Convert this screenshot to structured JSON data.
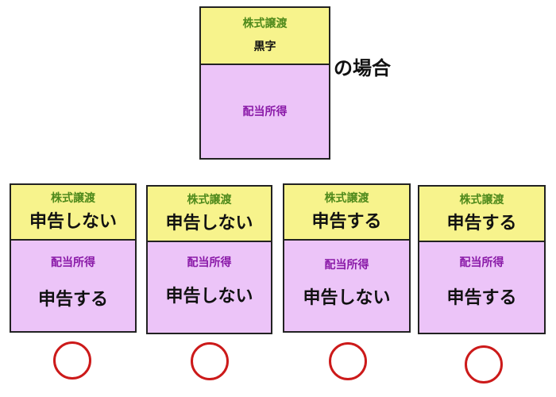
{
  "main_case": {
    "stock_label": "株式譲渡",
    "stock_status": "黒字",
    "dividend_label": "配当所得",
    "suffix": "の場合"
  },
  "options": [
    {
      "stock_label": "株式譲渡",
      "stock_choice": "申告しない",
      "dividend_label": "配当所得",
      "dividend_choice": "申告する",
      "mark": "circle"
    },
    {
      "stock_label": "株式譲渡",
      "stock_choice": "申告しない",
      "dividend_label": "配当所得",
      "dividend_choice": "申告しない",
      "mark": "circle"
    },
    {
      "stock_label": "株式譲渡",
      "stock_choice": "申告する",
      "dividend_label": "配当所得",
      "dividend_choice": "申告しない",
      "mark": "circle"
    },
    {
      "stock_label": "株式譲渡",
      "stock_choice": "申告する",
      "dividend_label": "配当所得",
      "dividend_choice": "申告する",
      "mark": "circle"
    }
  ]
}
